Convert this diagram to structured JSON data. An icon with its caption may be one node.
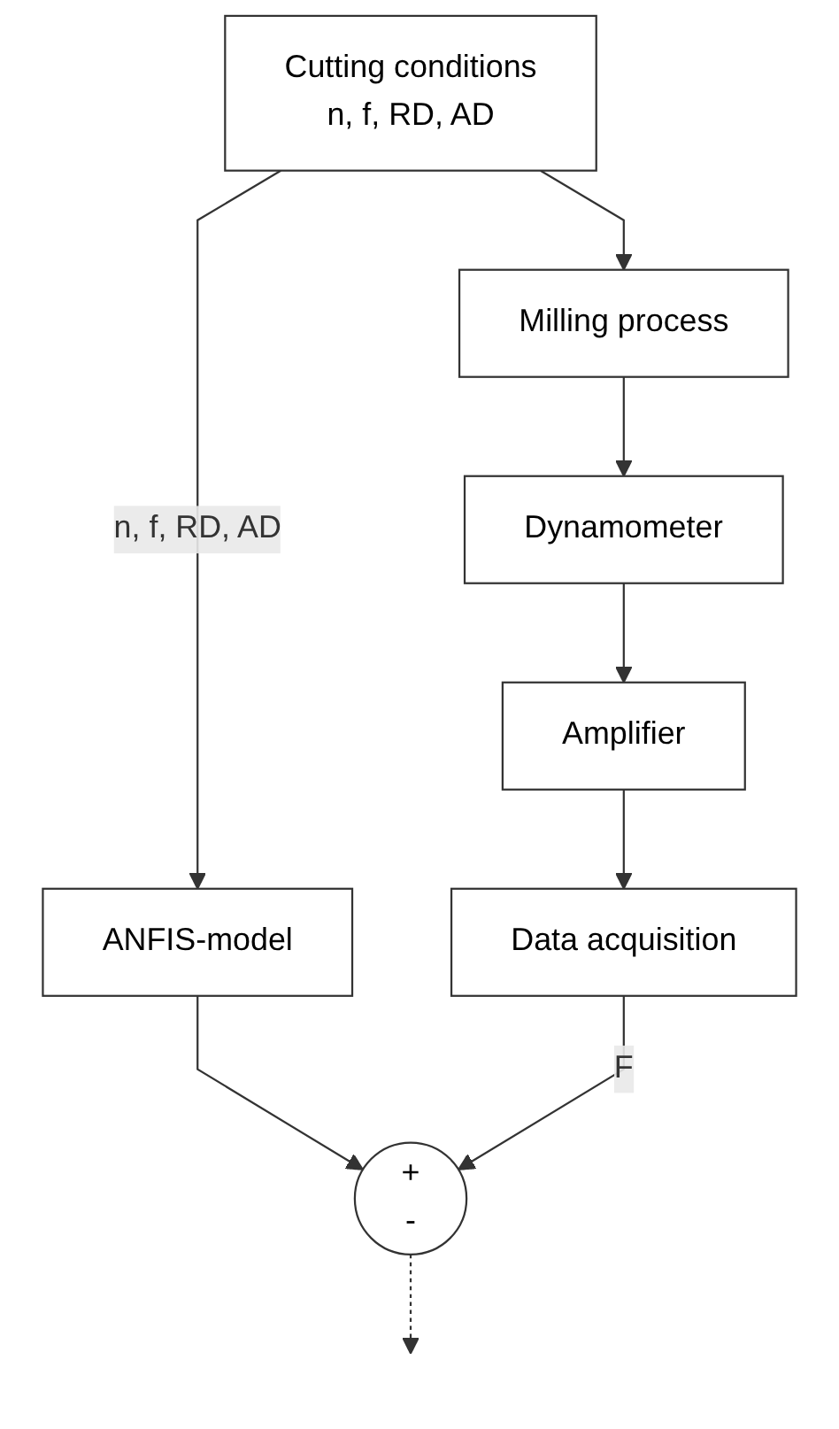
{
  "diagram": {
    "nodes": [
      {
        "text": [
          "Cutting conditions",
          "n, f, RD, AD"
        ]
      },
      {
        "text": [
          "Milling process"
        ]
      },
      {
        "text": [
          "Dynamometer"
        ]
      },
      {
        "text": [
          "Amplifier"
        ]
      },
      {
        "text": [
          "Data acquisition"
        ]
      },
      {
        "text": [
          "ANFIS-model"
        ]
      },
      {
        "text": [
          "+",
          "-"
        ]
      }
    ],
    "edges": [
      {
        "from": 0,
        "to": 1,
        "arrow": "to"
      },
      {
        "from": 1,
        "to": 2,
        "arrow": "to"
      },
      {
        "from": 2,
        "to": 3,
        "arrow": "to"
      },
      {
        "from": 3,
        "to": 4,
        "arrow": "to"
      },
      {
        "from": 0,
        "to": 5,
        "label": "n, f, RD, AD",
        "arrow": "to"
      },
      {
        "from": 5,
        "to": 6,
        "arrow": "to"
      },
      {
        "from": 4,
        "to": 6,
        "label": "F",
        "arrow": "to"
      },
      {
        "from": 6,
        "to": null,
        "arrow": "to",
        "style": "dashed"
      }
    ]
  }
}
